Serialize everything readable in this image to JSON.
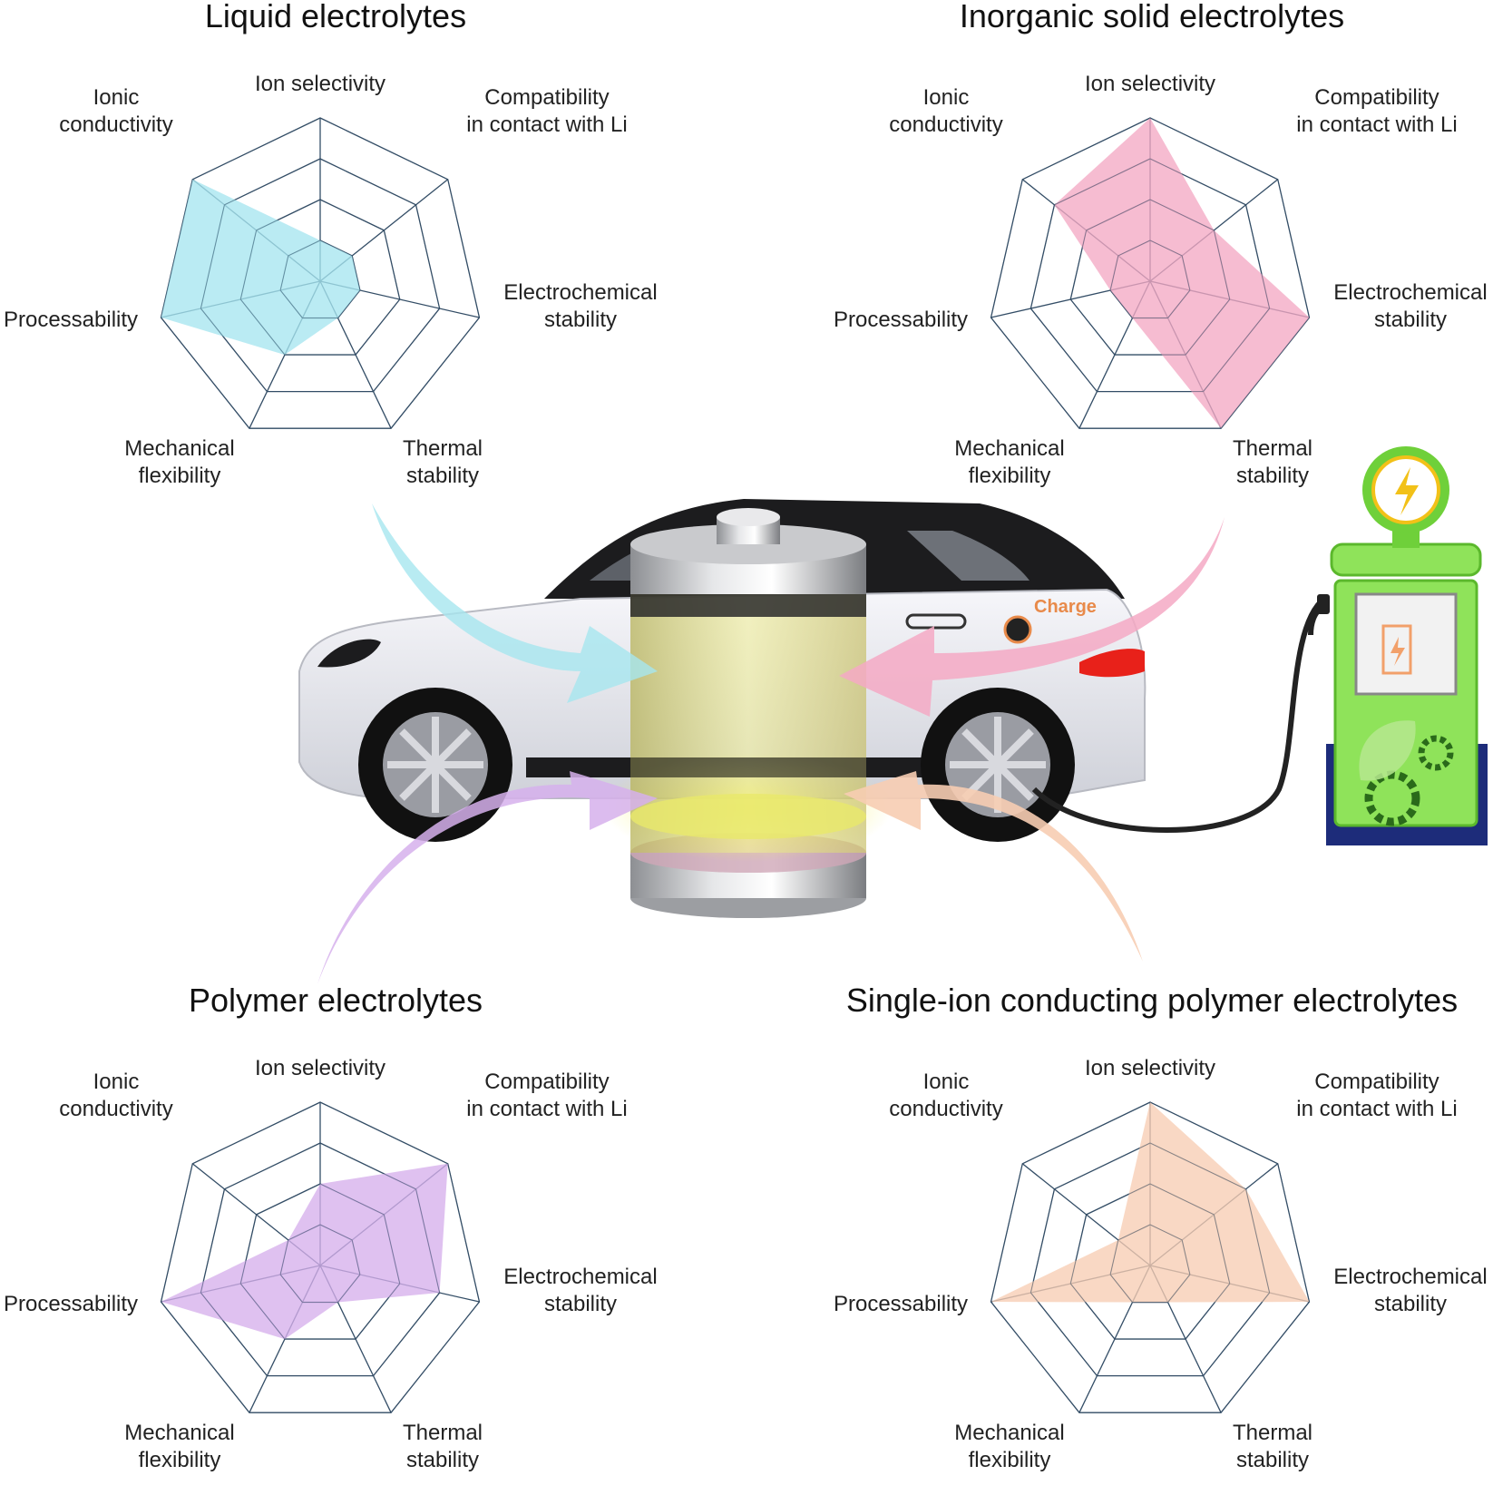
{
  "chart_data": [
    {
      "type": "radar",
      "title": "Liquid electrolytes",
      "axes": [
        "Ion selectivity",
        "Compatibility\nin contact with Li",
        "Electrochemical\nstability",
        "Thermal\nstability",
        "Mechanical\nflexibility",
        "Processability",
        "Ionic\nconductivity"
      ],
      "levels": 4,
      "scale_max": 4,
      "values": [
        1,
        1,
        1,
        1,
        2,
        4,
        4
      ],
      "color": "#a6e6ef"
    },
    {
      "type": "radar",
      "title": "Inorganic solid electrolytes",
      "axes": [
        "Ion selectivity",
        "Compatibility\nin contact with Li",
        "Electrochemical\nstability",
        "Thermal\nstability",
        "Mechanical\nflexibility",
        "Processability",
        "Ionic\nconductivity"
      ],
      "levels": 4,
      "scale_max": 4,
      "values": [
        4,
        2,
        4,
        4,
        1,
        1,
        3
      ],
      "color": "#f4a9c4"
    },
    {
      "type": "radar",
      "title": "Polymer electrolytes",
      "axes": [
        "Ion selectivity",
        "Compatibility\nin contact with Li",
        "Electrochemical\nstability",
        "Thermal\nstability",
        "Mechanical\nflexibility",
        "Processability",
        "Ionic\nconductivity"
      ],
      "levels": 4,
      "scale_max": 4,
      "values": [
        2,
        4,
        3,
        1,
        2,
        4,
        1
      ],
      "color": "#d6b0ec"
    },
    {
      "type": "radar",
      "title": "Single-ion conducting polymer electrolytes",
      "axes": [
        "Ion selectivity",
        "Compatibility\nin contact with Li",
        "Electrochemical\nstability",
        "Thermal\nstability",
        "Mechanical\nflexibility",
        "Processability",
        "Ionic\nconductivity"
      ],
      "levels": 4,
      "scale_max": 4,
      "values": [
        4,
        3,
        4,
        1,
        1,
        4,
        1
      ],
      "color": "#f7cdb3"
    }
  ],
  "illustration": {
    "car_label": "Charge",
    "colors": {
      "car_body": "#e9eaf0",
      "car_roof": "#1c1c1e",
      "tail_light": "#e8211a",
      "station": "#8fe35a",
      "station_base": "#1d2c7a",
      "bolt": "#f2c118",
      "battery_glass": "#e8e86a"
    }
  }
}
